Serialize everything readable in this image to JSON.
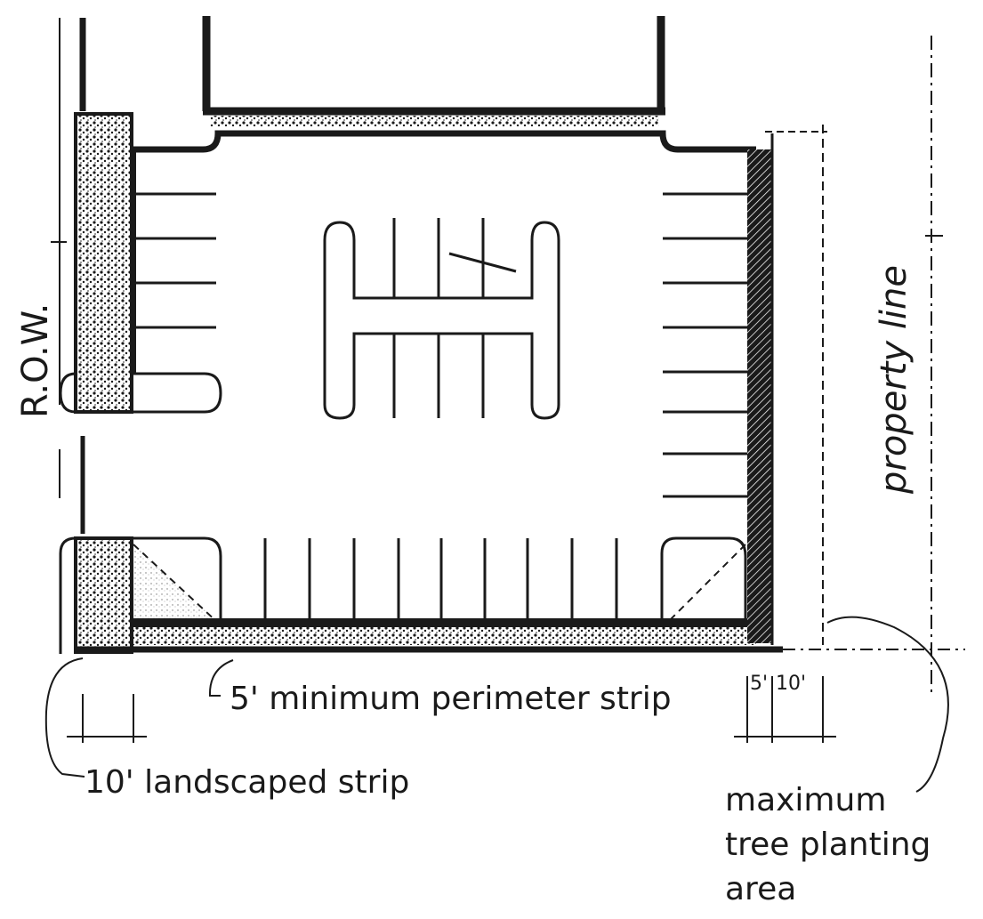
{
  "labels": {
    "row": "R.O.W.",
    "property_line": "property line",
    "perimeter_strip": "5' minimum perimeter strip",
    "landscaped_strip": "10' landscaped strip",
    "dim_5": "5'",
    "dim_10": "10'",
    "tree_area_line1": "maximum",
    "tree_area_line2": "tree planting",
    "tree_area_line3": "area"
  },
  "colors": {
    "ink": "#1a1a1a",
    "paper": "#ffffff",
    "stipple": "#8a8a8a",
    "light_stipple": "#cfcfcf"
  }
}
